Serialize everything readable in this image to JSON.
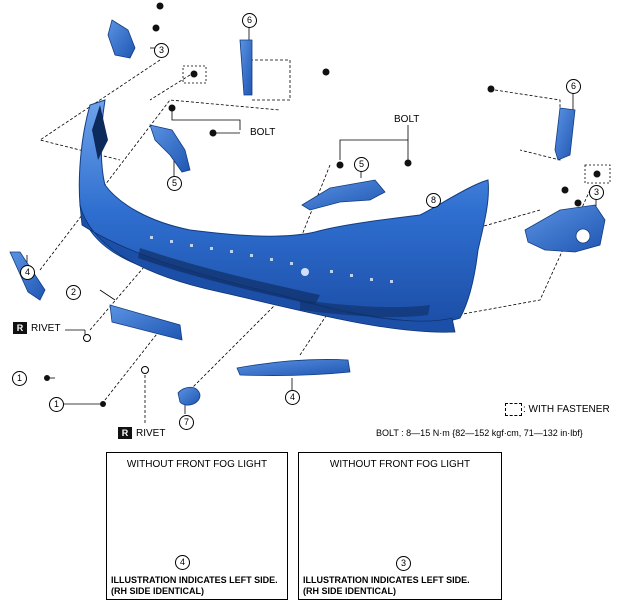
{
  "callouts": {
    "c1a": "1",
    "c1b": "1",
    "c2": "2",
    "c3a": "3",
    "c3b": "3",
    "c4a": "4",
    "c4b": "4",
    "c5a": "5",
    "c5b": "5",
    "c6a": "6",
    "c6b": "6",
    "c7": "7",
    "c8": "8",
    "c4panel": "4",
    "c3panel": "3"
  },
  "labels": {
    "bolt_left": "BOLT",
    "bolt_center": "BOLT",
    "rivet_left": "RIVET",
    "rivet_bottom": "RIVET",
    "r_badge": "R"
  },
  "legend": {
    "fastener_text": ": WITH FASTENER",
    "torque_text": "BOLT : 8—15 N·m {82—152 kgf·cm, 71—132 in·lbf}"
  },
  "panels": {
    "left_title": "WITHOUT FRONT FOG LIGHT",
    "right_title": "WITHOUT FRONT FOG LIGHT",
    "left_note_line1": "ILLUSTRATION INDICATES LEFT SIDE.",
    "left_note_line2": "(RH SIDE IDENTICAL)",
    "right_note_line1": "ILLUSTRATION INDICATES LEFT SIDE.",
    "right_note_line2": "(RH SIDE IDENTICAL)"
  },
  "colors": {
    "part_blue": "#2f6fd0",
    "part_dark": "#1c4fa8",
    "part_light": "#6fa3ea"
  }
}
